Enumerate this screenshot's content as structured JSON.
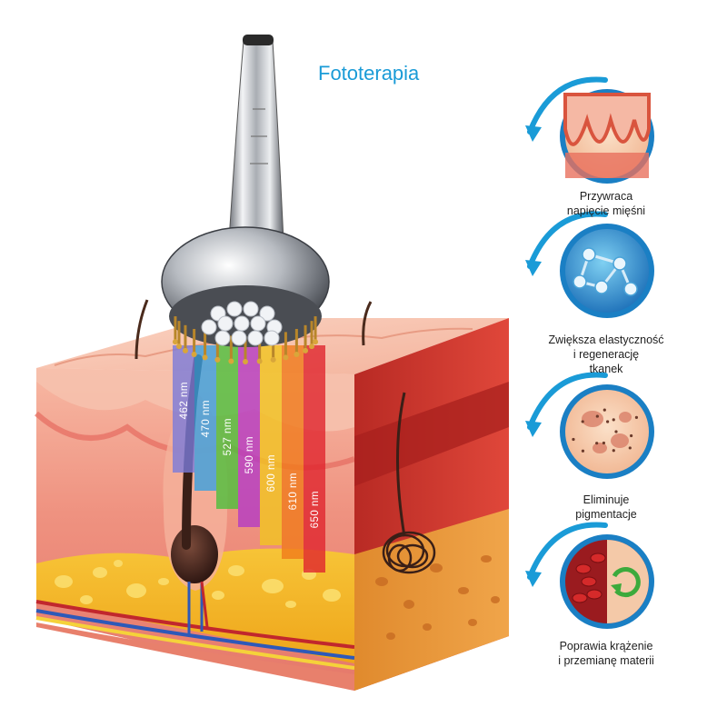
{
  "title": "Fototerapia",
  "wavelengths": [
    {
      "label": "462 nm",
      "color": "#7a7ad9"
    },
    {
      "label": "470 nm",
      "color": "#3aa0e0"
    },
    {
      "label": "527 nm",
      "color": "#4cbf3c"
    },
    {
      "label": "590 nm",
      "color": "#b43bc4"
    },
    {
      "label": "600 nm",
      "color": "#f1c421"
    },
    {
      "label": "610 nm",
      "color": "#f07a1c"
    },
    {
      "label": "650 nm",
      "color": "#e0262e"
    }
  ],
  "benefits": [
    {
      "line1": "Przywraca",
      "line2": "napięcie mięśni",
      "line3": "",
      "icon": "muscle-tissue-icon"
    },
    {
      "line1": "Zwiększa elastyczność",
      "line2": "i regenerację",
      "line3": "tkanek",
      "icon": "molecule-icon"
    },
    {
      "line1": "Eliminuje",
      "line2": "pigmentacje",
      "line3": "",
      "icon": "pigmentation-icon"
    },
    {
      "line1": "Poprawia krążenie",
      "line2": "i przemianę materii",
      "line3": "",
      "icon": "blood-circulation-icon"
    }
  ],
  "colors": {
    "accent": "#1a9bd7",
    "skin": "#f29a84",
    "fat": "#f3b526",
    "chrome": "#c9ccd1"
  }
}
